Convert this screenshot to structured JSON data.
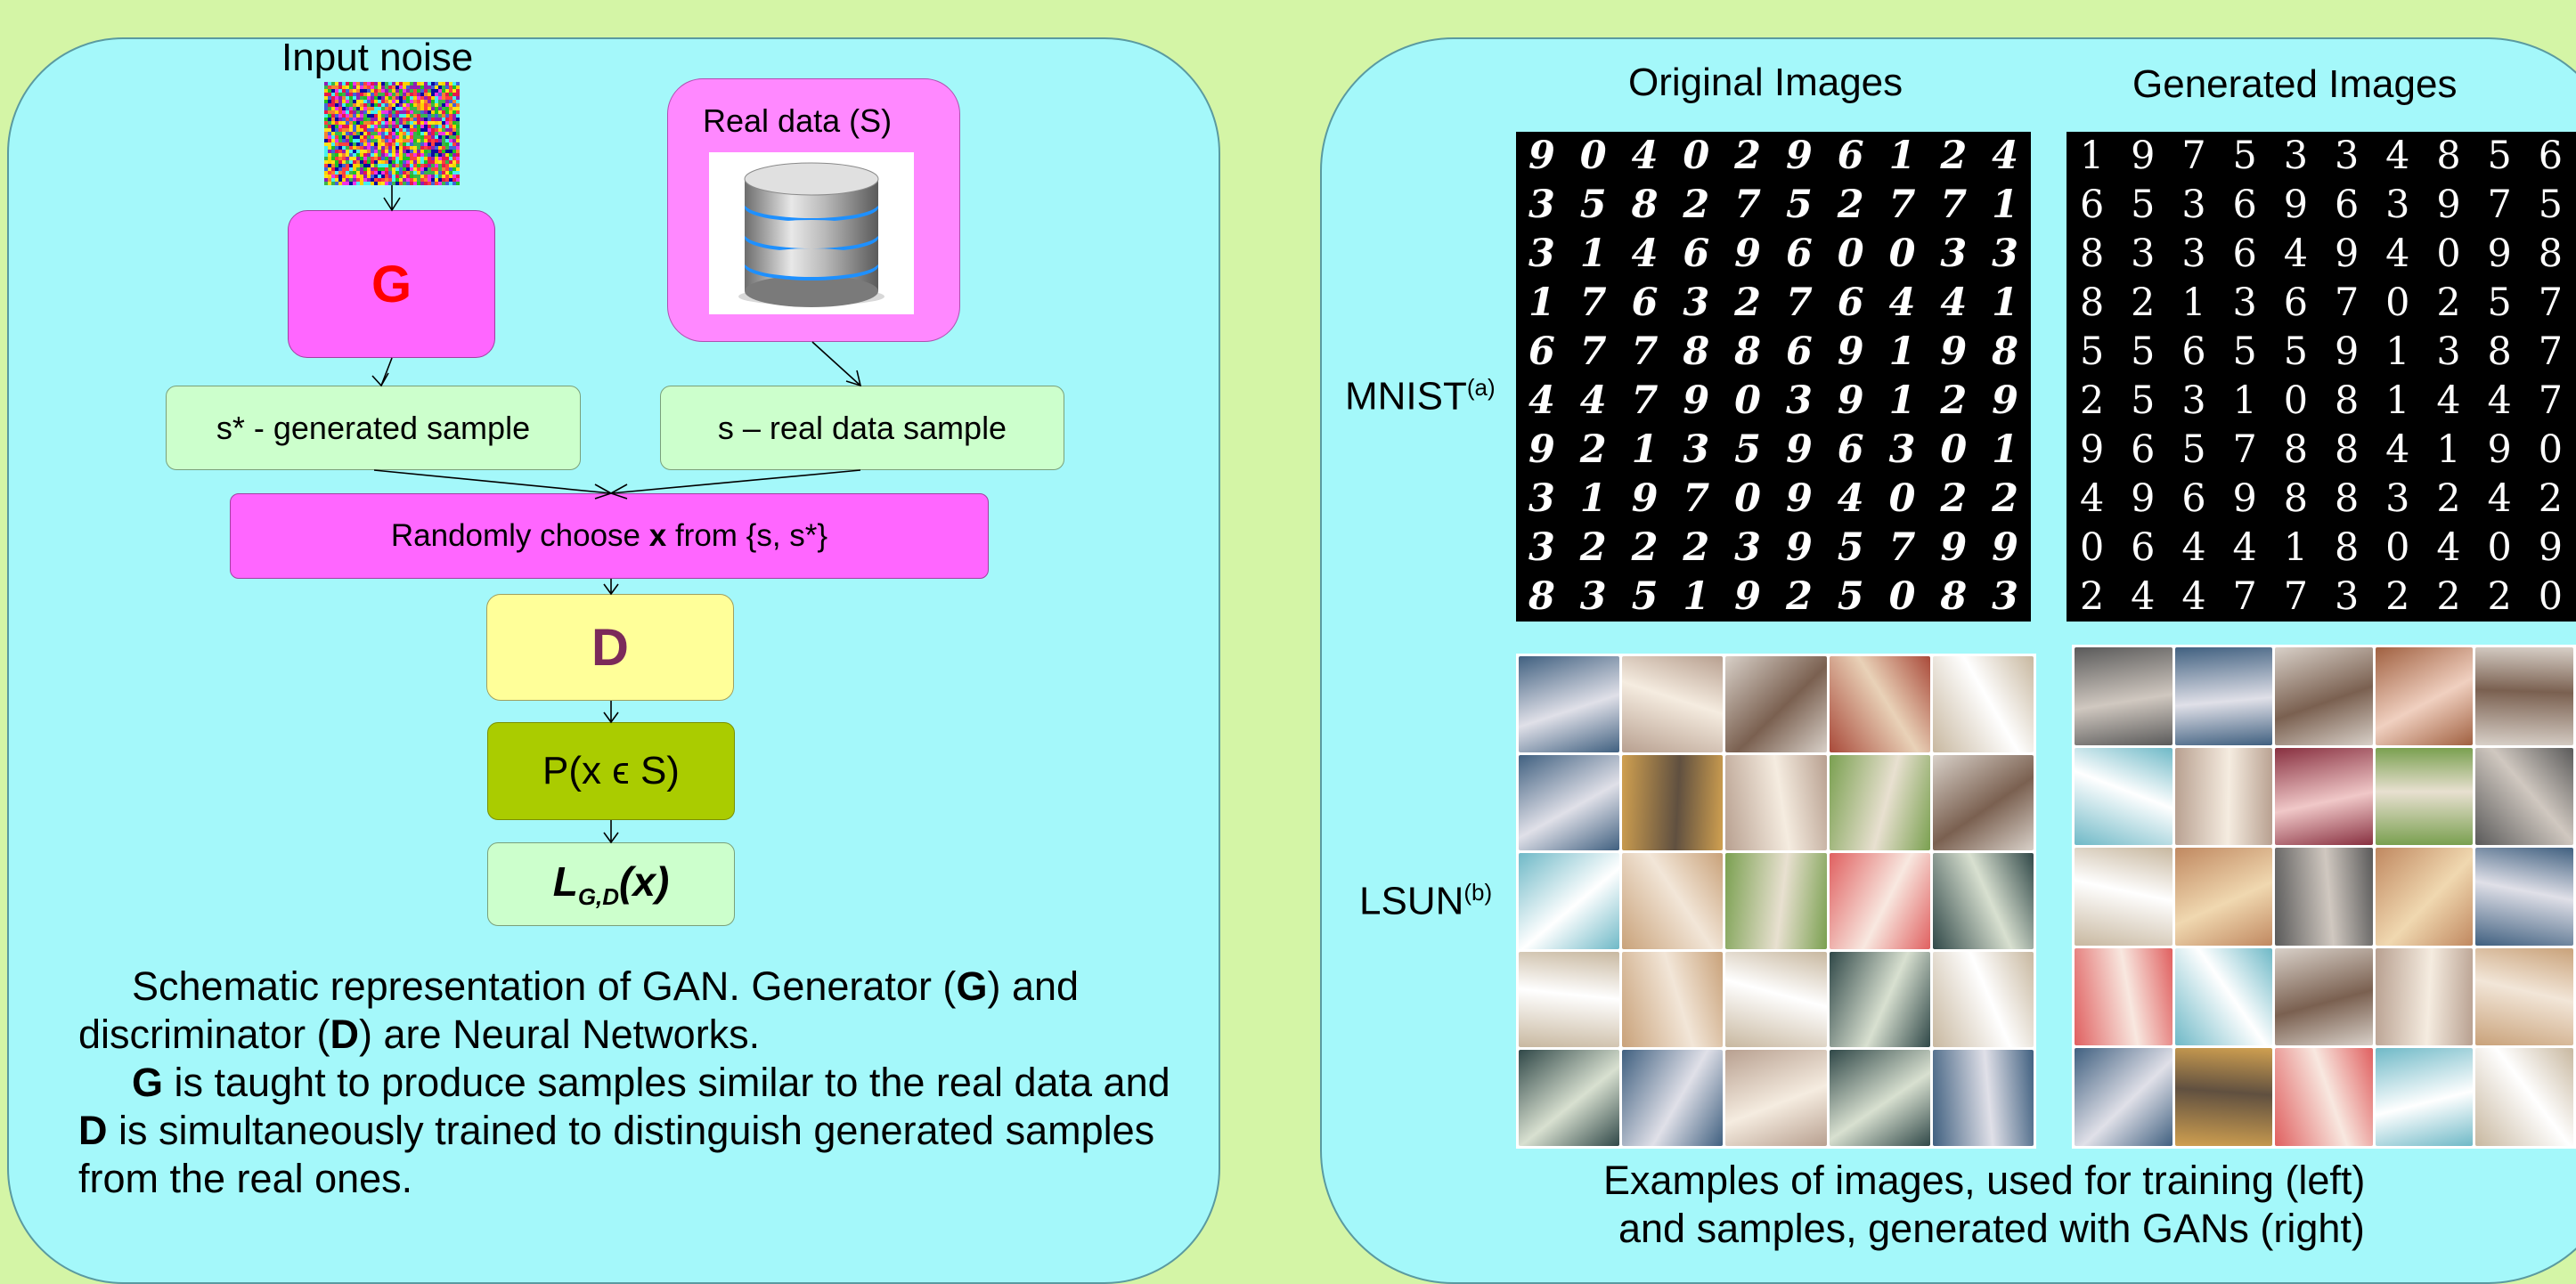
{
  "left": {
    "input_noise_label": "Input noise",
    "generator_label": "G",
    "real_data_label": "Real data (S)",
    "generated_sample_label": "s* - generated sample",
    "real_sample_label": "s – real data sample",
    "choose_prefix": "Randomly choose ",
    "choose_var": "x",
    "choose_suffix": " from {s, s*}",
    "discriminator_label": "D",
    "probability_label": "P(x ϵ S)",
    "loss_main": "L",
    "loss_sub": "G,D",
    "loss_arg": "(x)",
    "caption": {
      "p1_a": "Schematic representation of GAN. Generator (",
      "p1_b": "G",
      "p1_c": ") and discriminator (",
      "p1_d": "D",
      "p1_e": ") are Neural Networks.",
      "p2_a": "G",
      "p2_b": " is taught to produce samples similar to the real data and ",
      "p2_c": "D",
      "p2_d": " is simultaneously trained to distinguish generated samples from the real ones."
    }
  },
  "right": {
    "original_header": "Original Images",
    "generated_header": "Generated Images",
    "mnist_label": "MNIST",
    "mnist_sup": "(a)",
    "lsun_label": "LSUN",
    "lsun_sup": "(b)",
    "mnist_original_rows": [
      "9040296124",
      "3582752771",
      "3146960033",
      "1763276441",
      "6778869198",
      "4479039129",
      "9213596301",
      "3197094022",
      "3222395799",
      "8351925083"
    ],
    "mnist_generated_rows": [
      "1975334856",
      "6536963975",
      "8336494098",
      "8213670257",
      "5565591387",
      "2531081447",
      "9657884190",
      "4969883242",
      "0644180409",
      "2447732220"
    ],
    "caption_line1": "Examples of images, used for training (left)",
    "caption_line2": "and samples, generated with GANs (right)"
  },
  "colors": {
    "background": "#d4f5a6",
    "panel": "#a4f8fa",
    "generator_fill": "#ff66ff",
    "generator_text": "#ff0000",
    "discriminator_fill": "#ffff99",
    "discriminator_text": "#7b2a5a",
    "probability_fill": "#aacc00",
    "sample_fill": "#ccffcc"
  }
}
